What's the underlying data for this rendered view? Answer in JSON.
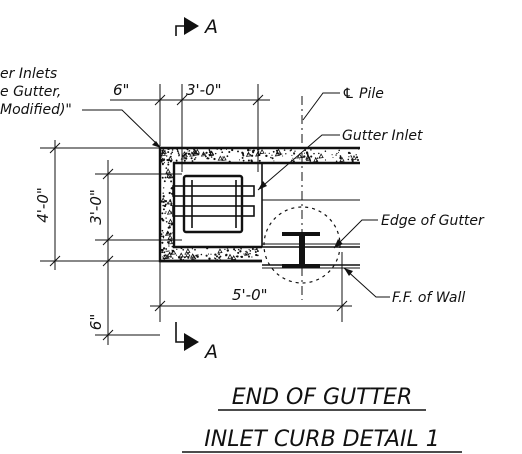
{
  "section_marker": {
    "letter_top": "A",
    "letter_bottom": "A"
  },
  "dimensions": {
    "top_left": "6\"",
    "top_width": "3'-0\"",
    "left_outer": "4'-0\"",
    "left_inner": "3'-0\"",
    "bottom_width": "5'-0\"",
    "bottom_left": "6\""
  },
  "notes": {
    "ref_line1": "er Inlets",
    "ref_line2": "e Gutter,",
    "ref_line3": "Modified)\"",
    "pile": "℄ Pile",
    "gutter_inlet": "Gutter Inlet",
    "edge_of_gutter": "Edge of Gutter",
    "face_of_wall": "F.F. of Wall"
  },
  "title": {
    "line1": "END OF GUTTER",
    "line2": "INLET CURB DETAIL 1"
  }
}
